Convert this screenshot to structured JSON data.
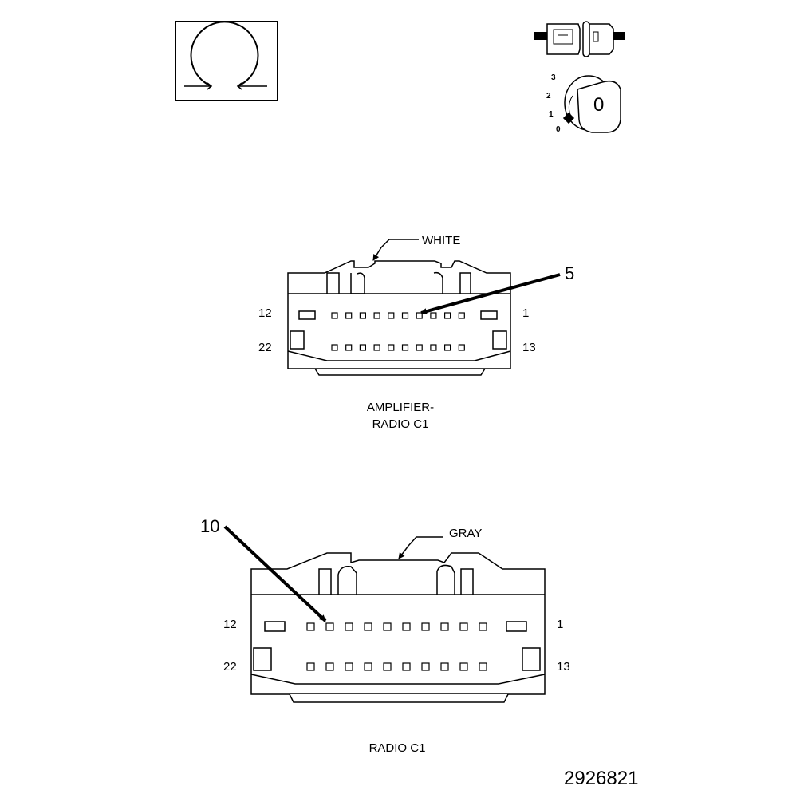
{
  "icons": {
    "ohm_symbol": "ohm-meter-symbol-icon",
    "connector_probe": "connector-probe-icon",
    "ignition_key": "ignition-key-icon"
  },
  "ignition": {
    "positions": [
      "0",
      "1",
      "2",
      "3"
    ],
    "key_label": "0"
  },
  "amplifier_connector": {
    "color_label": "WHITE",
    "callout": "5",
    "pin_left_top": "12",
    "pin_right_top": "1",
    "pin_left_bottom": "22",
    "pin_right_bottom": "13",
    "caption_line1": "AMPLIFIER-",
    "caption_line2": "RADIO C1"
  },
  "radio_connector": {
    "color_label": "GRAY",
    "callout": "10",
    "pin_left_top": "12",
    "pin_right_top": "1",
    "pin_left_bottom": "22",
    "pin_right_bottom": "13",
    "caption": "RADIO C1"
  },
  "figure_number": "2926821"
}
